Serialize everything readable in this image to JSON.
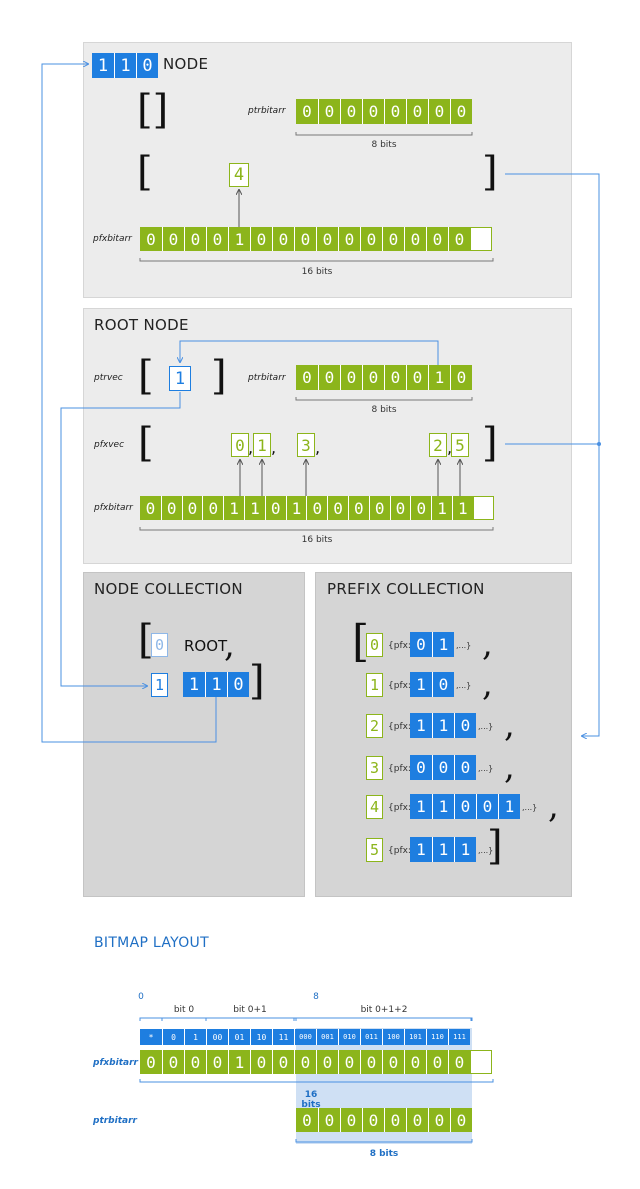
{
  "node": {
    "header_bits": [
      "1",
      "1",
      "0"
    ],
    "title": "NODE",
    "ptrbitarr_label": "ptrbitarr",
    "ptrbitarr_bits": [
      "0",
      "0",
      "0",
      "0",
      "0",
      "0",
      "0",
      "0"
    ],
    "ptrbitarr_caption": "8 bits",
    "pfxvec_item": "4",
    "pfxbitarr_label": "pfxbitarr",
    "pfxbitarr_bits": [
      "0",
      "0",
      "0",
      "0",
      "1",
      "0",
      "0",
      "0",
      "0",
      "0",
      "0",
      "0",
      "0",
      "0",
      "0",
      ""
    ],
    "pfxbitarr_caption": "16 bits"
  },
  "root": {
    "title": "ROOT NODE",
    "ptrvec_label": "ptrvec",
    "ptrvec_item": "1",
    "ptrbitarr_label": "ptrbitarr",
    "ptrbitarr_bits": [
      "0",
      "0",
      "0",
      "0",
      "0",
      "0",
      "1",
      "0"
    ],
    "ptrbitarr_caption": "8 bits",
    "pfxvec_label": "pfxvec",
    "pfxvec_items": [
      "0",
      "1",
      "3",
      "2",
      "5"
    ],
    "pfxbitarr_label": "pfxbitarr",
    "pfxbitarr_bits": [
      "0",
      "0",
      "0",
      "0",
      "1",
      "1",
      "0",
      "1",
      "0",
      "0",
      "0",
      "0",
      "0",
      "0",
      "1",
      "1",
      ""
    ],
    "pfxbitarr_caption": "16 bits"
  },
  "node_collection": {
    "title": "NODE COLLECTION",
    "idx0": "0",
    "root_text": "ROOT",
    "idx1": "1",
    "node_bits": [
      "1",
      "1",
      "0"
    ]
  },
  "prefix_collection": {
    "title": "PREFIX COLLECTION",
    "pfx_prefix": "{pfx:",
    "pfx_suffix": ",...}",
    "items": [
      {
        "idx": "0",
        "bits": [
          "0",
          "1"
        ]
      },
      {
        "idx": "1",
        "bits": [
          "1",
          "0"
        ]
      },
      {
        "idx": "2",
        "bits": [
          "1",
          "1",
          "0"
        ]
      },
      {
        "idx": "3",
        "bits": [
          "0",
          "0",
          "0"
        ]
      },
      {
        "idx": "4",
        "bits": [
          "1",
          "1",
          "0",
          "0",
          "1"
        ]
      },
      {
        "idx": "5",
        "bits": [
          "1",
          "1",
          "1"
        ]
      }
    ]
  },
  "bitmap_layout": {
    "title": "BITMAP LAYOUT",
    "tick_0": "0",
    "tick_8": "8",
    "bit0_label": "bit 0",
    "bit01_label": "bit 0+1",
    "bit012_label": "bit 0+1+2",
    "header_cells": [
      "*",
      "0",
      "1",
      "00",
      "01",
      "10",
      "11",
      "000",
      "001",
      "010",
      "011",
      "100",
      "101",
      "110",
      "111"
    ],
    "pfxbitarr_label": "pfxbitarr",
    "pfxbitarr_bits": [
      "0",
      "0",
      "0",
      "0",
      "1",
      "0",
      "0",
      "0",
      "0",
      "0",
      "0",
      "0",
      "0",
      "0",
      "0",
      ""
    ],
    "pfx_caption": "16 bits",
    "ptrbitarr_label": "ptrbitarr",
    "ptrbitarr_bits": [
      "0",
      "0",
      "0",
      "0",
      "0",
      "0",
      "0",
      "0"
    ],
    "ptr_caption": "8 bits"
  },
  "colors": {
    "green": "#8cb51b",
    "blue": "#1e7ee0",
    "arrow": "#4a90e2"
  }
}
